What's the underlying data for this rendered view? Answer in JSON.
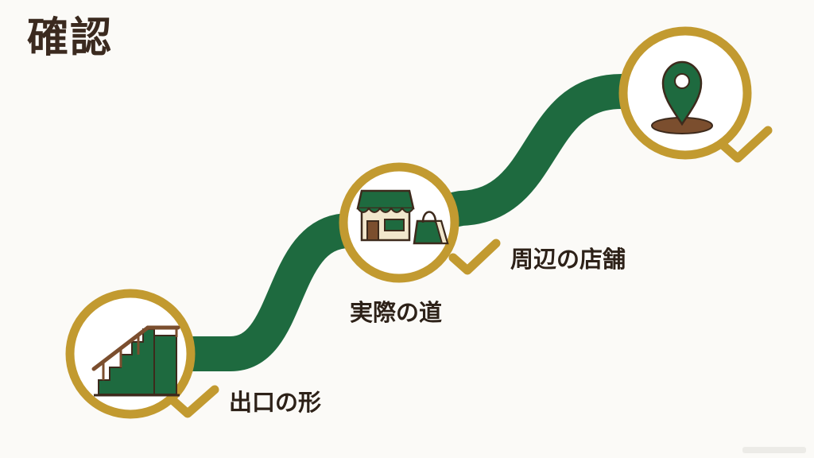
{
  "title": "確認",
  "steps": [
    {
      "label": "出口の形",
      "icon": "staircase-icon",
      "status": "checked"
    },
    {
      "label": "実際の道",
      "icon": "storefront-icon",
      "status": "checked"
    },
    {
      "label": "周辺の店舗",
      "icon": "map-pin-icon",
      "status": "checked"
    }
  ],
  "colors": {
    "path_green": "#1e6a3f",
    "ring_gold": "#c29a30",
    "icon_brown": "#7b4e2e",
    "icon_cream": "#f1e6cc",
    "title_brown": "#3b2a1f",
    "background": "#fbfaf7"
  }
}
